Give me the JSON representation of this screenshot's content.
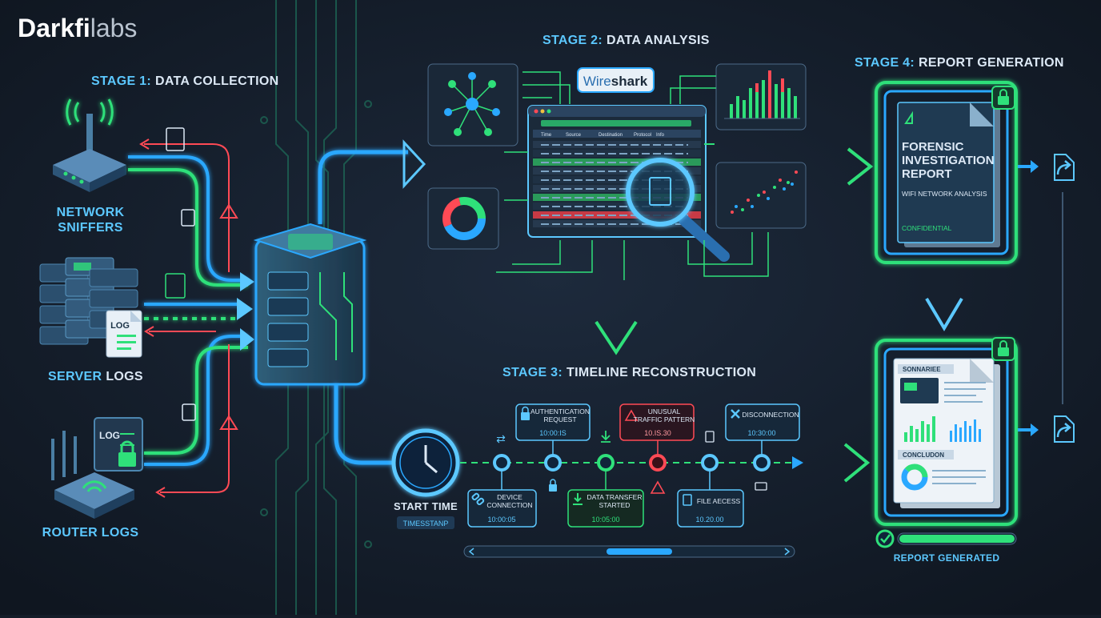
{
  "brand": {
    "name_dark": "Darkfi",
    "name_light": "labs"
  },
  "colors": {
    "background": "#141c28",
    "blue": "#2aa8ff",
    "green": "#2fe07a",
    "red": "#ff4a55",
    "cyan_text": "#5cc8ff",
    "light_text": "#dce8f5"
  },
  "stage1": {
    "title_prefix": "STAGE 1:",
    "title_rest": "DATA COLLECTION",
    "sources": [
      {
        "label_line1": "NETWORK",
        "label_line2": "SNIFFERS",
        "icon": "antenna-router-icon"
      },
      {
        "label_prefix": "SERVER",
        "label_rest": "LOGS",
        "badge": "LOG",
        "icon": "server-stack-icon"
      },
      {
        "label": "ROUTER LOGS",
        "badge": "LOG",
        "icon": "wifi-router-icon"
      }
    ]
  },
  "stage2": {
    "title_prefix": "STAGE 2:",
    "title_rest": "DATA ANALYSIS",
    "tool_name_a": "Wire",
    "tool_name_b": "shark",
    "packet_columns": [
      "Time",
      "Source",
      "Destination",
      "Protocol",
      "Info"
    ]
  },
  "stage3": {
    "title_prefix": "STAGE 3:",
    "title_rest": "TIMELINE RECONSTRUCTION",
    "start_label": "START TIME",
    "start_badge": "TIMESSTANP",
    "events_top": [
      {
        "line1": "AUTHENTICATION",
        "line2": "REQUEST",
        "time": "10:00:IS",
        "icon": "lock-icon"
      },
      {
        "line1": "UNUSUAL",
        "line2": "TRAFFIC PATTERN",
        "time": "10.IS.30",
        "icon": "warning-icon"
      },
      {
        "line1": "DISCONNECTION",
        "time": "10:30:00",
        "icon": "close-icon"
      }
    ],
    "events_bottom": [
      {
        "line1": "DEVICE",
        "line2": "CONNECTION",
        "time": "10:00:05",
        "icon": "link-icon"
      },
      {
        "line1": "DATA TRANSFER",
        "line2": "STARTED",
        "time": "10:05:00",
        "icon": "download-icon"
      },
      {
        "line1": "FILE AECESS",
        "time": "10.20.00",
        "icon": "file-icon"
      }
    ]
  },
  "stage4": {
    "title_prefix": "STAGE 4:",
    "title_rest": "REPORT GENERATION",
    "report_title_line1": "FORENSIC",
    "report_title_line2": "INVESTIGATION",
    "report_title_line3": "REPORT",
    "report_subtitle": "WIFI NETWORK ANALYSIS",
    "report_footer": "CONFIDENTIAL",
    "summary_heading": "SONNARIEE",
    "conclusion_heading": "CONCLUDON",
    "status_label": "REPORT GENERATED",
    "progress": 1.0
  }
}
